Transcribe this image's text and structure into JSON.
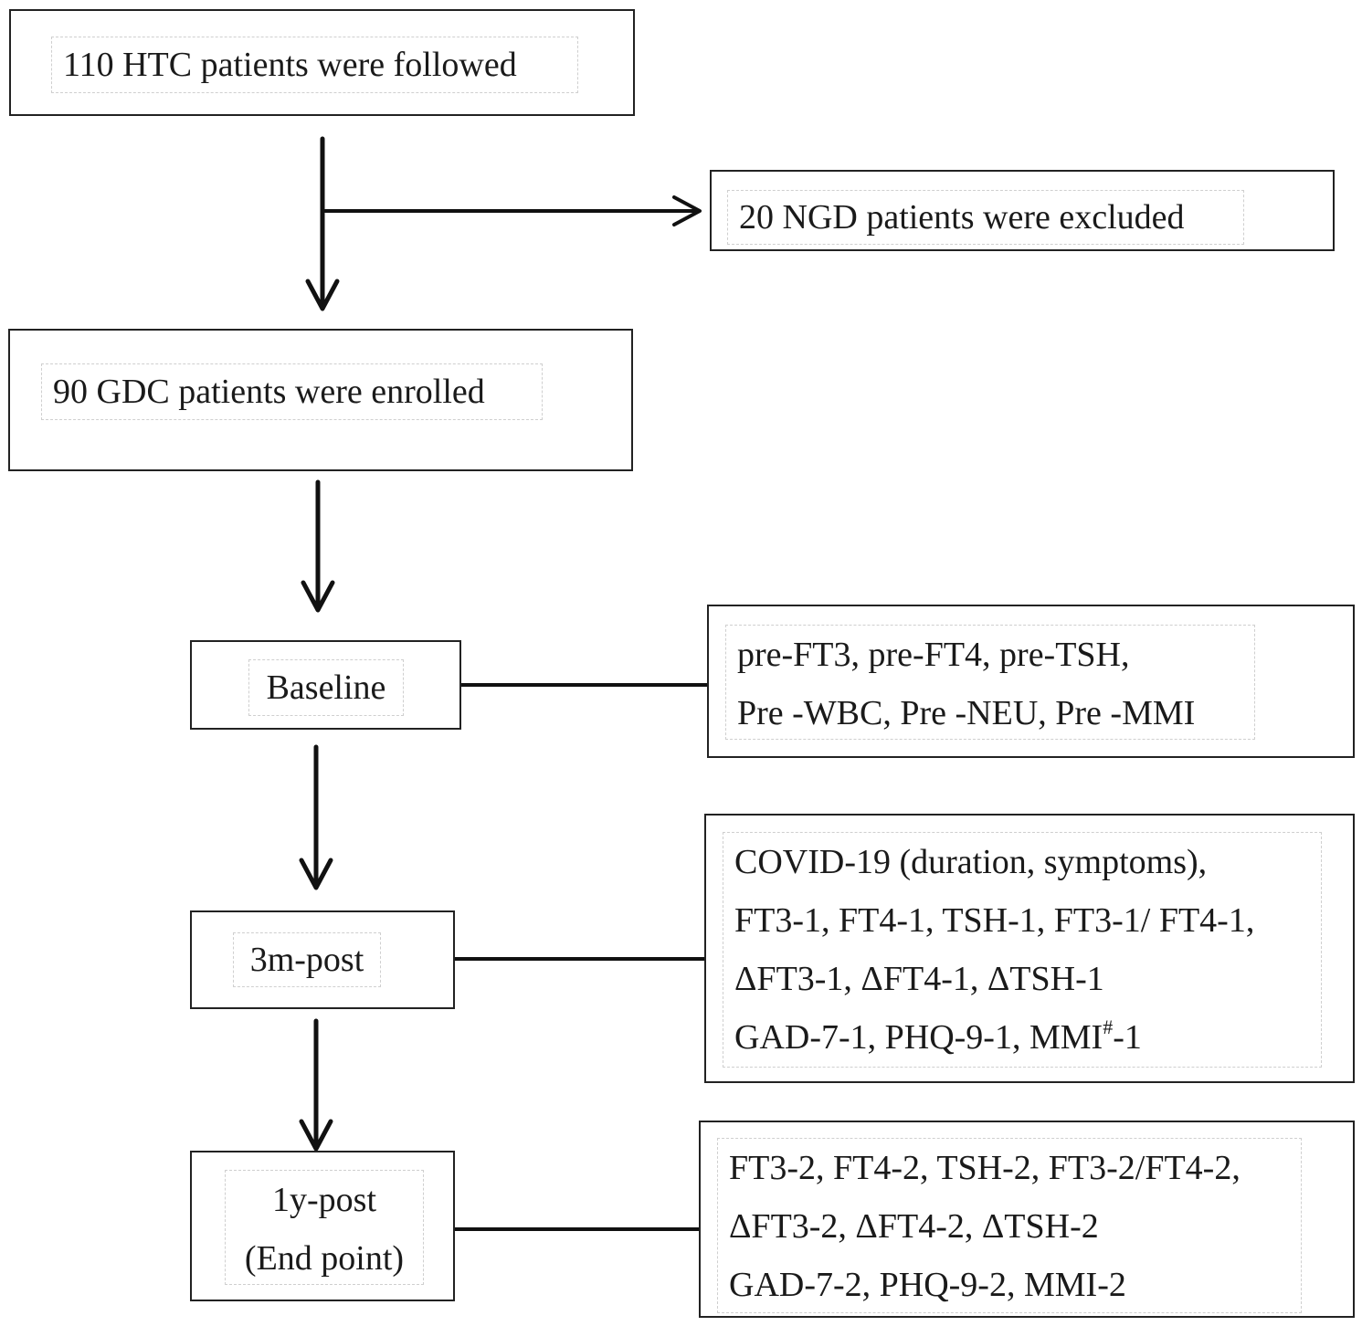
{
  "nodes": {
    "followed": {
      "text": "110 HTC patients were followed"
    },
    "excluded": {
      "text": "20 NGD patients were excluded"
    },
    "enrolled": {
      "text": "90 GDC patients were enrolled"
    },
    "baseline": {
      "text": "Baseline"
    },
    "post3m": {
      "text": "3m-post"
    },
    "post1y": {
      "lines": [
        "1y-post",
        "(End point)"
      ]
    }
  },
  "details": {
    "baseline": {
      "lines": [
        "pre-FT3, pre-FT4, pre-TSH,",
        "Pre -WBC, Pre -NEU, Pre -MMI"
      ]
    },
    "post3m": {
      "lines": [
        "COVID-19 (duration, symptoms),",
        "FT3-1, FT4-1, TSH-1, FT3-1/ FT4-1,",
        "ΔFT3-1, ΔFT4-1, ΔTSH-1"
      ],
      "line4_a": "GAD-7-1, PHQ-9-1, MMI",
      "line4_sup": "#",
      "line4_b": "-1"
    },
    "post1y": {
      "lines": [
        "FT3-2, FT4-2, TSH-2, FT3-2/FT4-2,",
        "ΔFT3-2, ΔFT4-2, ΔTSH-2",
        "GAD-7-2, PHQ-9-2, MMI-2"
      ]
    }
  }
}
